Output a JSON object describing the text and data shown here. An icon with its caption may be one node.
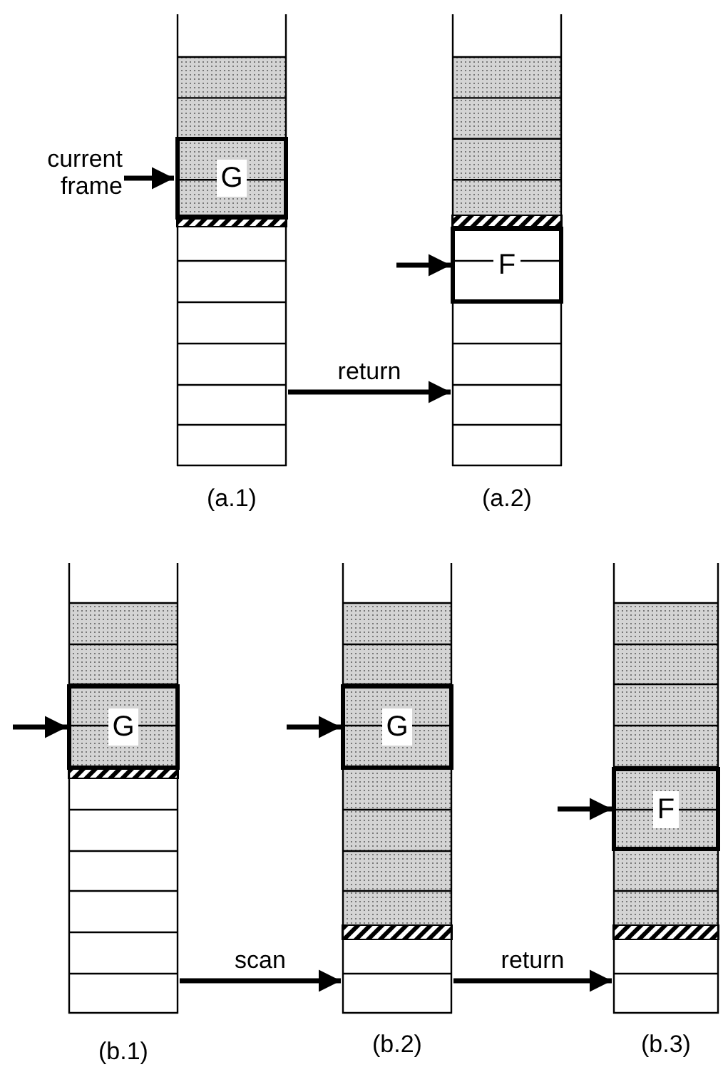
{
  "diagram": {
    "nodes": [
      {
        "text": [],
        "shape": "box",
        "beside": [
          "(a.1)"
        ]
      },
      {
        "text": [
          "G"
        ],
        "in": 0
      },
      {
        "text": [],
        "shape": "box",
        "beside": [
          "(a.2)"
        ]
      },
      {
        "text": [
          "F"
        ],
        "in": 2
      },
      {
        "text": [],
        "shape": "box",
        "beside": [
          "(b.1)"
        ]
      },
      {
        "text": [
          "G"
        ],
        "in": 4
      },
      {
        "text": [],
        "shape": "box",
        "beside": [
          "(b.2)"
        ]
      },
      {
        "text": [
          "G"
        ],
        "in": 6
      },
      {
        "text": [],
        "shape": "box",
        "beside": [
          "(b.3)"
        ]
      },
      {
        "text": [
          "F"
        ],
        "in": 8
      },
      {
        "text": [
          "current frame"
        ]
      }
    ],
    "edges": [
      {
        "from": 10,
        "to": 1,
        "arrow": "to"
      },
      {
        "from": null,
        "to": 3,
        "arrow": "to"
      },
      {
        "from": null,
        "to": 5,
        "arrow": "to"
      },
      {
        "from": null,
        "to": 7,
        "arrow": "to"
      },
      {
        "from": null,
        "to": 9,
        "arrow": "to"
      },
      {
        "from": 0,
        "to": 2,
        "label": "return",
        "arrow": "to"
      },
      {
        "from": 4,
        "to": 6,
        "label": "scan",
        "arrow": "to"
      },
      {
        "from": 6,
        "to": 8,
        "label": "return",
        "arrow": "to"
      }
    ]
  }
}
